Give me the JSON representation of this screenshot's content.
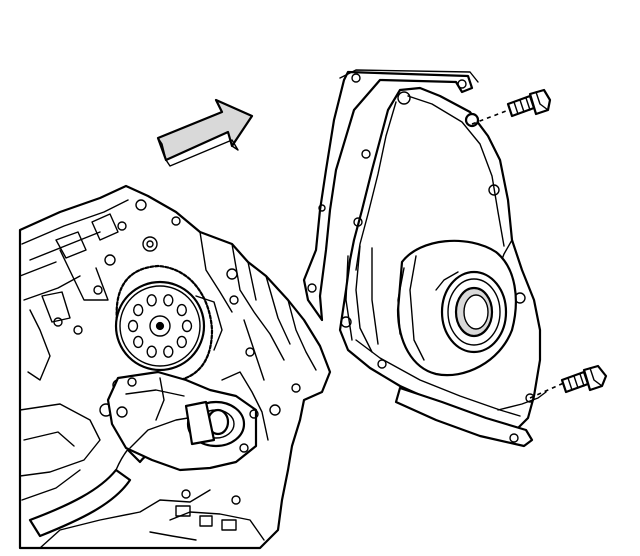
{
  "figure": {
    "kind": "line-art exploded view",
    "parts": [
      {
        "key": "engine_block",
        "icon": "engine-block-icon"
      },
      {
        "key": "timing_sprocket",
        "icon": "sprocket-icon"
      },
      {
        "key": "oil_pump",
        "icon": "oil-pump-icon"
      },
      {
        "key": "front_cover",
        "icon": "engine-front-cover-icon"
      },
      {
        "key": "gasket",
        "icon": "gasket-icon"
      },
      {
        "key": "crank_seal",
        "icon": "crankshaft-seal-icon"
      },
      {
        "key": "bolt_upper",
        "icon": "bolt-icon"
      },
      {
        "key": "bolt_lower",
        "icon": "bolt-icon"
      },
      {
        "key": "install_arrow",
        "icon": "arrow-icon"
      }
    ],
    "colors": {
      "ink": "#000000",
      "background": "#ffffff",
      "shade": "#d9d9d9"
    }
  }
}
